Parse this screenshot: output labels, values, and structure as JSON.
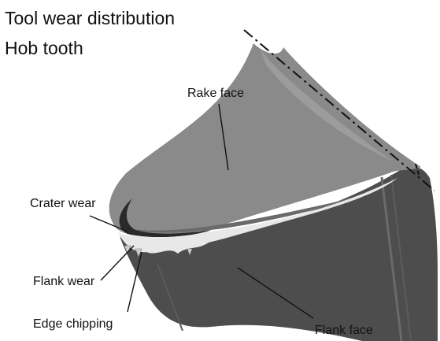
{
  "figure": {
    "title": "Tool wear distribution",
    "subtitle": "Hob tooth"
  },
  "labels": {
    "rake_face": "Rake face",
    "crater_wear": "Crater wear",
    "flank_wear": "Flank wear",
    "edge_chipping": "Edge chipping",
    "flank_face": "Flank face"
  },
  "colors": {
    "rake_face": "#8a8a8a",
    "flank_face": "#4d4d4d",
    "flank_wear_band": "#e8e8e8",
    "crater_wear": "#2a2a2a",
    "outline": "#222222"
  }
}
